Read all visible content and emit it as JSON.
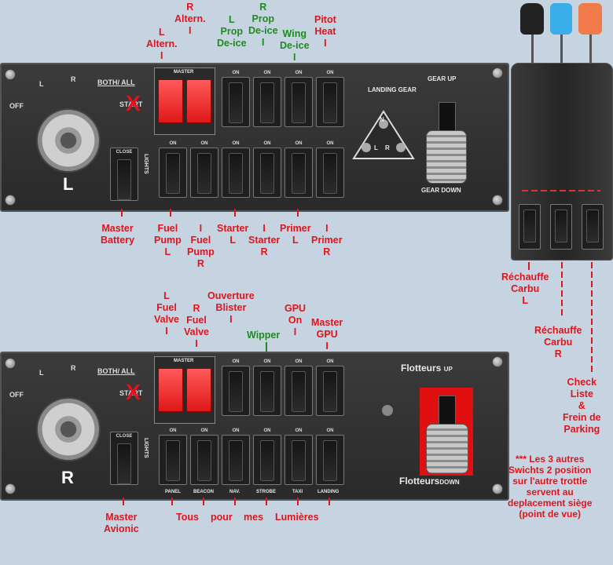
{
  "panel_L": {
    "knob_positions": [
      "OFF",
      "L",
      "R",
      "BOTH/ ALL",
      "START"
    ],
    "x_mark": "X",
    "panel_letter": "L",
    "master_label": "MASTER",
    "close_label": "CLOSE",
    "lights_label": "LIGHTS",
    "on_label": "ON",
    "landing_gear": "LANDING GEAR",
    "gear_up": "GEAR UP",
    "gear_down": "GEAR DOWN",
    "gear_n": "N",
    "gear_l": "L",
    "gear_r": "R"
  },
  "labels_L_top": {
    "l_altern": "L\nAltern.\nI",
    "r_altern": "R\nAltern.\nI",
    "l_prop": "L\nProp\nDe-ice",
    "r_prop": "R\nProp\nDe-ice\nI",
    "wing": "Wing\nDe-ice\nI",
    "pitot": "Pitot\nHeat\nI"
  },
  "labels_L_bottom": {
    "master_battery": "Master\nBattery",
    "fuel_pump_l": "Fuel\nPump\nL",
    "fuel_pump_r": "I\nFuel\nPump\nR",
    "starter_l": "Starter\nL",
    "starter_r": "I\nStarter\nR",
    "primer_l": "Primer\nL",
    "primer_r": "I\nPrimer\nR"
  },
  "panel_R": {
    "knob_positions": [
      "OFF",
      "L",
      "R",
      "BOTH/ ALL",
      "START"
    ],
    "x_mark": "X",
    "panel_letter": "R",
    "master_label": "MASTER",
    "close_label": "CLOSE",
    "lights_label": "LIGHTS",
    "flotteurs_up": "Flotteurs",
    "up_suffix": "UP",
    "flotteurs_down": "Flotteurs",
    "down_suffix": "DOWN",
    "light_names": [
      "PANEL",
      "BEACON",
      "NAV.",
      "STROBE",
      "TAXI",
      "LANDING"
    ]
  },
  "labels_R_top": {
    "l_fuel_valve": "L\nFuel\nValve\nI",
    "r_fuel_valve": "R\nFuel\nValve\nI",
    "blister": "Ouverture\nBlister\nI",
    "wipper": "Wipper",
    "gpu_on": "GPU\nOn\nI",
    "master_gpu": "Master\nGPU\nI"
  },
  "labels_R_bottom": {
    "master_avionic": "Master\nAvionic",
    "tous": "Tous",
    "pour": "pour",
    "mes": "mes",
    "lumieres": "Lumières"
  },
  "quadrant_labels": {
    "rechauffe_l": "Réchauffe\nCarbu\nL",
    "rechauffe_r": "Réchauffe\nCarbu\nR",
    "check": "Check\nListe\n&\nFrein de\nParking",
    "note": "*** Les 3 autres\nSwichts 2 position\nsur l'autre trottle\nservent au\ndeplacement siège\n(point de vue)"
  }
}
